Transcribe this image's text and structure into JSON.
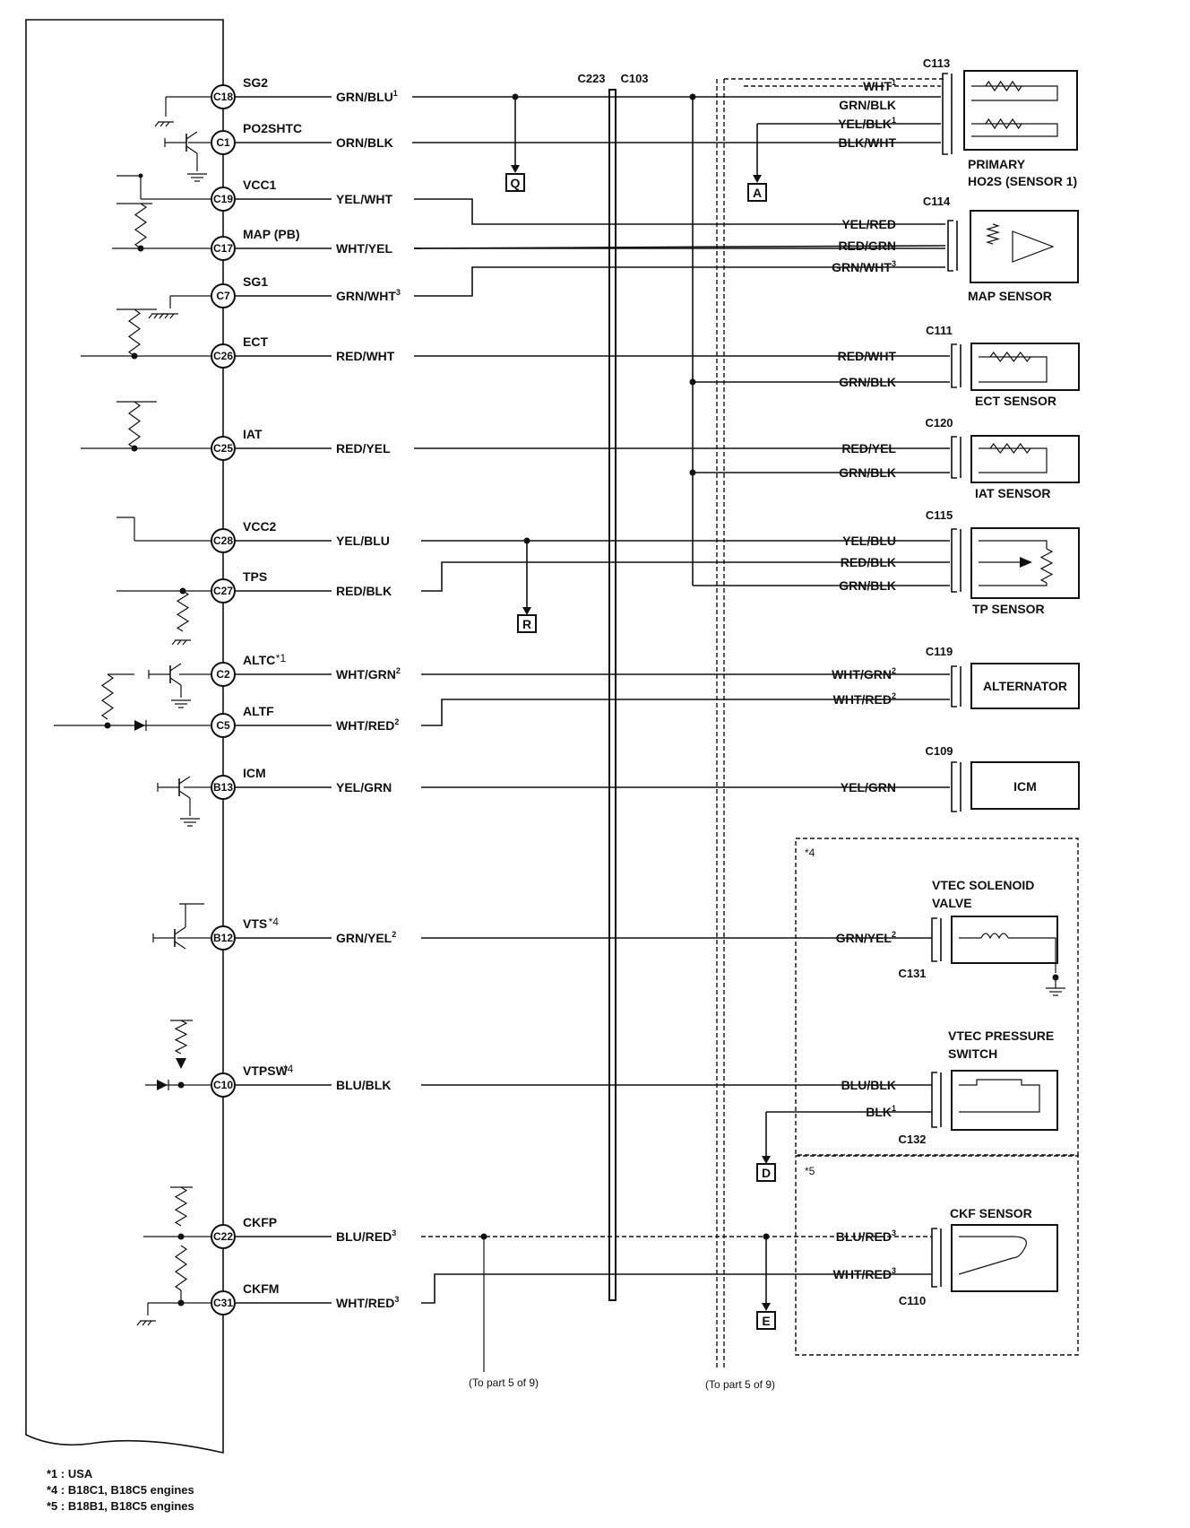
{
  "pins": [
    {
      "id": "C18",
      "signal": "SG2",
      "wire": "GRN/BLU",
      "sup": "1"
    },
    {
      "id": "C1",
      "signal": "PO2SHTC",
      "wire": "ORN/BLK",
      "sup": ""
    },
    {
      "id": "C19",
      "signal": "VCC1",
      "wire": "YEL/WHT",
      "sup": ""
    },
    {
      "id": "C17",
      "signal": "MAP (PB)",
      "wire": "WHT/YEL",
      "sup": ""
    },
    {
      "id": "C7",
      "signal": "SG1",
      "wire": "GRN/WHT",
      "sup": "3"
    },
    {
      "id": "C26",
      "signal": "ECT",
      "wire": "RED/WHT",
      "sup": ""
    },
    {
      "id": "C25",
      "signal": "IAT",
      "wire": "RED/YEL",
      "sup": ""
    },
    {
      "id": "C28",
      "signal": "VCC2",
      "wire": "YEL/BLU",
      "sup": ""
    },
    {
      "id": "C27",
      "signal": "TPS",
      "wire": "RED/BLK",
      "sup": ""
    },
    {
      "id": "C2",
      "signal": "ALTC",
      "wire": "WHT/GRN",
      "sup": "2"
    },
    {
      "id": "C5",
      "signal": "ALTF",
      "wire": "WHT/RED",
      "sup": "2"
    },
    {
      "id": "B13",
      "signal": "ICM",
      "wire": "YEL/GRN",
      "sup": ""
    },
    {
      "id": "B12",
      "signal": "VTS",
      "wire": "GRN/YEL",
      "sup": "2"
    },
    {
      "id": "C10",
      "signal": "VTPSW",
      "wire": "BLU/BLK",
      "sup": ""
    },
    {
      "id": "C22",
      "signal": "CKFP",
      "wire": "BLU/RED",
      "sup": "3"
    },
    {
      "id": "C31",
      "signal": "CKFM",
      "wire": "WHT/RED",
      "sup": "3"
    }
  ],
  "signal_marks": {
    "ALTC": "*1",
    "VTS": "*4",
    "VTPSW": "*4"
  },
  "bus": {
    "left": "C223",
    "right": "C103"
  },
  "components": [
    {
      "key": "ho2s",
      "connector": "C113",
      "name": [
        "PRIMARY",
        "HO2S (SENSOR 1)"
      ],
      "wires": [
        {
          "t": "WHT",
          "s": "1"
        },
        {
          "t": "GRN/BLK",
          "s": ""
        },
        {
          "t": "YEL/BLK",
          "s": "1"
        },
        {
          "t": "BLK/WHT",
          "s": ""
        }
      ]
    },
    {
      "key": "map",
      "connector": "C114",
      "name": [
        "MAP SENSOR"
      ],
      "wires": [
        {
          "t": "YEL/RED",
          "s": ""
        },
        {
          "t": "RED/GRN",
          "s": ""
        },
        {
          "t": "GRN/WHT",
          "s": "3"
        }
      ]
    },
    {
      "key": "ect",
      "connector": "C111",
      "name": [
        "ECT SENSOR"
      ],
      "wires": [
        {
          "t": "RED/WHT",
          "s": ""
        },
        {
          "t": "GRN/BLK",
          "s": ""
        }
      ]
    },
    {
      "key": "iat",
      "connector": "C120",
      "name": [
        "IAT SENSOR"
      ],
      "wires": [
        {
          "t": "RED/YEL",
          "s": ""
        },
        {
          "t": "GRN/BLK",
          "s": ""
        }
      ]
    },
    {
      "key": "tp",
      "connector": "C115",
      "name": [
        "TP SENSOR"
      ],
      "wires": [
        {
          "t": "YEL/BLU",
          "s": ""
        },
        {
          "t": "RED/BLK",
          "s": ""
        },
        {
          "t": "GRN/BLK",
          "s": ""
        }
      ]
    },
    {
      "key": "alt",
      "connector": "C119",
      "name": [
        "ALTERNATOR"
      ],
      "wires": [
        {
          "t": "WHT/GRN",
          "s": "2"
        },
        {
          "t": "WHT/RED",
          "s": "2"
        }
      ]
    },
    {
      "key": "icm",
      "connector": "C109",
      "name": [
        "ICM"
      ],
      "wires": [
        {
          "t": "YEL/GRN",
          "s": ""
        }
      ]
    },
    {
      "key": "vtec_sol",
      "connector": "C131",
      "name": [
        "VTEC SOLENOID",
        "VALVE"
      ],
      "wires": [
        {
          "t": "GRN/YEL",
          "s": "2"
        }
      ]
    },
    {
      "key": "vtec_sw",
      "connector": "C132",
      "name": [
        "VTEC PRESSURE",
        "SWITCH"
      ],
      "wires": [
        {
          "t": "BLU/BLK",
          "s": ""
        },
        {
          "t": "BLK",
          "s": "1"
        }
      ]
    },
    {
      "key": "ckf",
      "connector": "C110",
      "name": [
        "CKF SENSOR"
      ],
      "wires": [
        {
          "t": "BLU/RED",
          "s": "3"
        },
        {
          "t": "WHT/RED",
          "s": "3"
        }
      ]
    }
  ],
  "refs": [
    "Q",
    "A",
    "R",
    "D",
    "E"
  ],
  "groups": [
    "*4",
    "*5"
  ],
  "to_part": "(To part 5 of 9)",
  "footnotes": [
    {
      "mark": "*1",
      "text": "USA"
    },
    {
      "mark": "*4",
      "text": "B18C1, B18C5 engines"
    },
    {
      "mark": "*5",
      "text": "B18B1, B18C5 engines"
    }
  ]
}
